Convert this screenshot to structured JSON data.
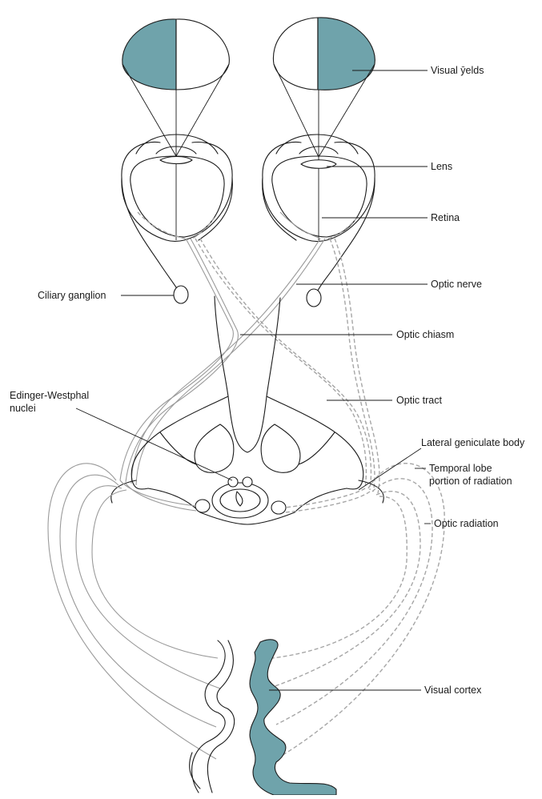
{
  "labels": {
    "visual_fields": "Visual ȳelds",
    "lens": "Lens",
    "retina": "Retina",
    "ciliary_ganglion": "Ciliary ganglion",
    "optic_nerve": "Optic nerve",
    "optic_chiasm": "Optic chiasm",
    "edinger_westphal_line1": "Edinger-Westphal",
    "edinger_westphal_line2": "nuclei",
    "optic_tract": "Optic tract",
    "lateral_geniculate_body": "Lateral geniculate body",
    "temporal_lobe_line1": "Temporal lobe",
    "temporal_lobe_line2": "portion of radiation",
    "optic_radiation": "Optic radiation",
    "visual_cortex": "Visual cortex"
  },
  "colors": {
    "highlight_teal": "#6fa3ab",
    "outline": "#1a1a1a",
    "fiber_gray": "#a6a6a6"
  }
}
